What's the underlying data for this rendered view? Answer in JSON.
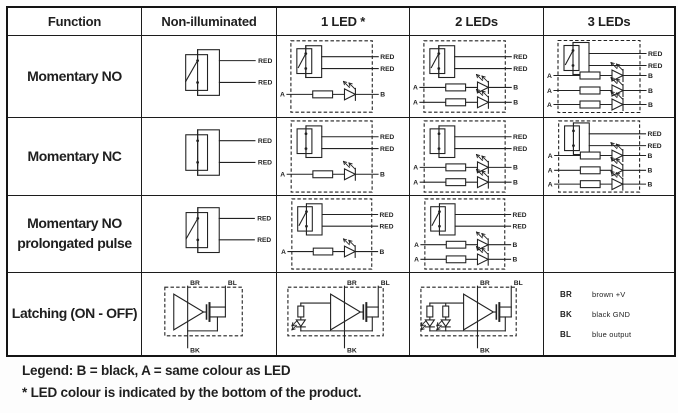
{
  "colors": {
    "ink": "#222222",
    "border": "#141414",
    "background": "#ffffff"
  },
  "table": {
    "headers": [
      "Function",
      "Non-illuminated",
      "1 LED *",
      "2 LEDs",
      "3 LEDs"
    ],
    "rows": [
      {
        "function_lines": [
          "Momentary NO"
        ],
        "cells": [
          {
            "kind": "switch",
            "contact": "NO",
            "dashed": false,
            "leds": 0,
            "switch_outputs": [
              "RED",
              "RED"
            ]
          },
          {
            "kind": "switch",
            "contact": "NO",
            "dashed": true,
            "leds": 1,
            "switch_outputs": [
              "RED",
              "RED"
            ],
            "led_input": "A",
            "led_output": "B"
          },
          {
            "kind": "switch",
            "contact": "NO",
            "dashed": true,
            "leds": 2,
            "switch_outputs": [
              "RED",
              "RED"
            ],
            "led_input": "A",
            "led_output": "B"
          },
          {
            "kind": "switch",
            "contact": "NO",
            "dashed": true,
            "leds": 3,
            "switch_outputs": [
              "RED",
              "RED"
            ],
            "led_input": "A",
            "led_output": "B"
          }
        ]
      },
      {
        "function_lines": [
          "Momentary NC"
        ],
        "cells": [
          {
            "kind": "switch",
            "contact": "NC",
            "dashed": false,
            "leds": 0,
            "switch_outputs": [
              "RED",
              "RED"
            ]
          },
          {
            "kind": "switch",
            "contact": "NC",
            "dashed": true,
            "leds": 1,
            "switch_outputs": [
              "RED",
              "RED"
            ],
            "led_input": "A",
            "led_output": "B"
          },
          {
            "kind": "switch",
            "contact": "NC",
            "dashed": true,
            "leds": 2,
            "switch_outputs": [
              "RED",
              "RED"
            ],
            "led_input": "A",
            "led_output": "B"
          },
          {
            "kind": "switch",
            "contact": "NC",
            "dashed": true,
            "leds": 3,
            "switch_outputs": [
              "RED",
              "RED"
            ],
            "led_input": "A",
            "led_output": "B"
          }
        ]
      },
      {
        "function_lines": [
          "Momentary NO",
          "prolongated pulse"
        ],
        "cells": [
          {
            "kind": "switch",
            "contact": "NO",
            "dashed": false,
            "leds": 0,
            "switch_outputs": [
              "RED",
              "RED"
            ]
          },
          {
            "kind": "switch",
            "contact": "NO",
            "dashed": true,
            "leds": 1,
            "switch_outputs": [
              "RED",
              "RED"
            ],
            "led_input": "A",
            "led_output": "B"
          },
          {
            "kind": "switch",
            "contact": "NO",
            "dashed": true,
            "leds": 2,
            "switch_outputs": [
              "RED",
              "RED"
            ],
            "led_input": "A",
            "led_output": "B"
          },
          {
            "kind": "empty"
          }
        ]
      },
      {
        "function_lines": [
          "Latching (ON - OFF)"
        ],
        "cells": [
          {
            "kind": "latch",
            "leds": 0,
            "terminals": {
              "power": "BR",
              "output": "BL",
              "ground": "BK"
            }
          },
          {
            "kind": "latch",
            "leds": 1,
            "terminals": {
              "power": "BR",
              "output": "BL",
              "ground": "BK"
            }
          },
          {
            "kind": "latch",
            "leds": 2,
            "terminals": {
              "power": "BR",
              "output": "BL",
              "ground": "BK"
            }
          },
          {
            "kind": "legend_box",
            "entries": [
              {
                "abbr": "BR",
                "meaning": "brown +V"
              },
              {
                "abbr": "BK",
                "meaning": "black GND"
              },
              {
                "abbr": "BL",
                "meaning": "blue output"
              }
            ]
          }
        ]
      }
    ]
  },
  "footer": {
    "legend": "Legend: B = black, A = same colour as LED",
    "note": "* LED colour is indicated by the bottom of the product."
  }
}
